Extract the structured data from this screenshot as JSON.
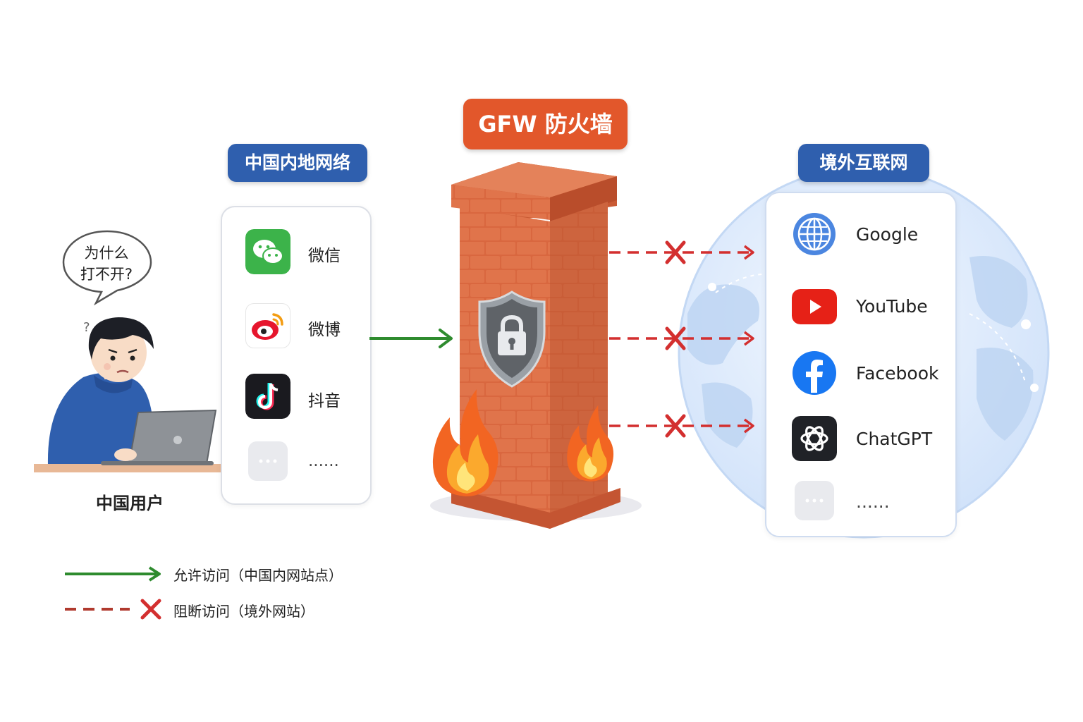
{
  "firewall": {
    "title": "GFW 防火墙"
  },
  "domestic": {
    "title": "中国内地网络",
    "apps": [
      {
        "label": "微信",
        "icon": "wechat-icon"
      },
      {
        "label": "微博",
        "icon": "weibo-icon"
      },
      {
        "label": "抖音",
        "icon": "douyin-icon"
      },
      {
        "label": "......",
        "icon": "more-icon"
      }
    ]
  },
  "foreign": {
    "title": "境外互联网",
    "services": [
      {
        "label": "Google",
        "icon": "globe-icon"
      },
      {
        "label": "YouTube",
        "icon": "youtube-icon"
      },
      {
        "label": "Facebook",
        "icon": "facebook-icon"
      },
      {
        "label": "ChatGPT",
        "icon": "chatgpt-icon"
      },
      {
        "label": "......",
        "icon": "more-icon"
      }
    ]
  },
  "user": {
    "label": "中国用户",
    "bubble_line1": "为什么",
    "bubble_line2": "打不开?"
  },
  "legend": {
    "allowed": "允许访问（中国内网站点）",
    "blocked": "阻断访问（境外网站）"
  },
  "colors": {
    "allowed_arrow": "#2e8b2e",
    "blocked_arrow": "#d32f2f",
    "pill_blue": "#2f5fae",
    "pill_orange": "#e2572b",
    "brick": "#d9673f"
  }
}
